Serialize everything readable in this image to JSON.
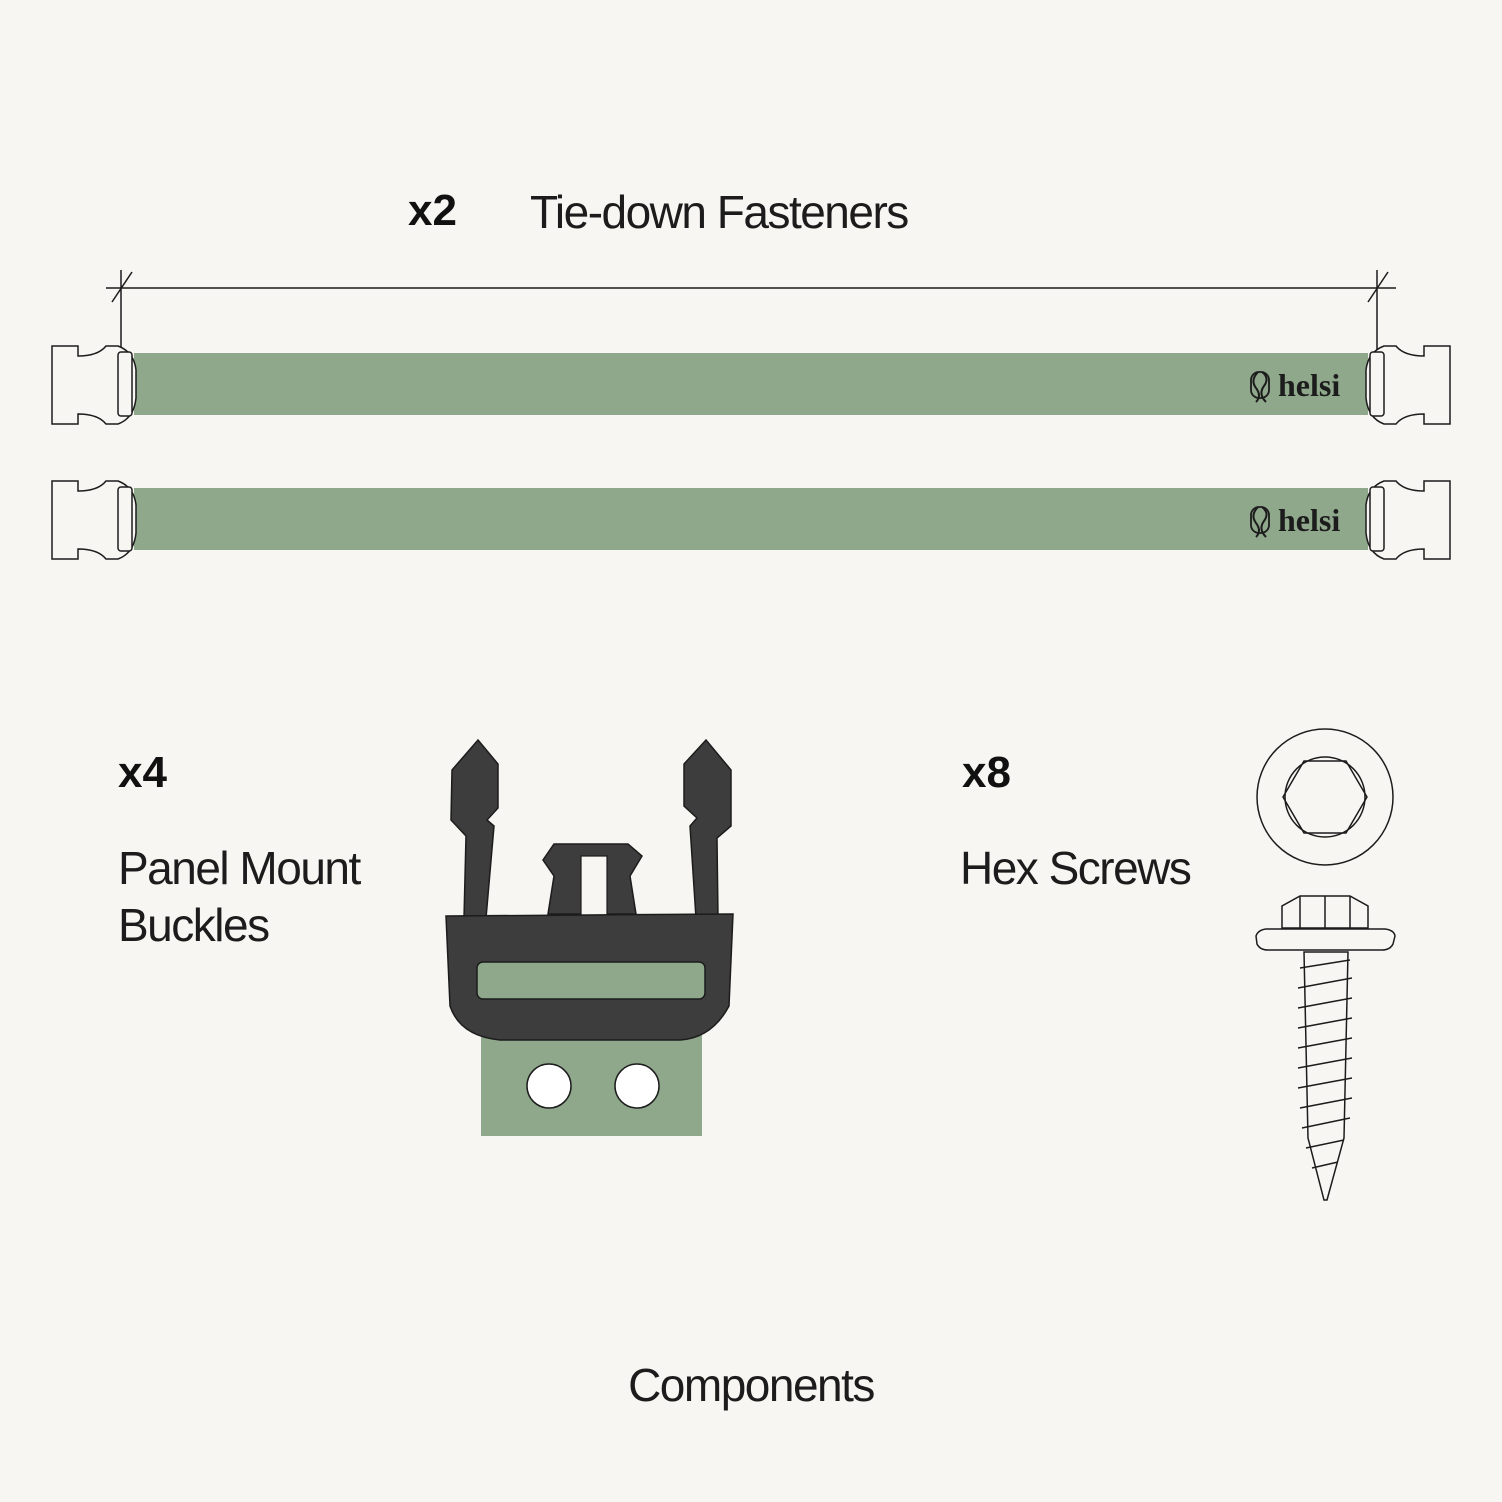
{
  "tie_down": {
    "qty": "x2",
    "label": "Tie-down Fasteners"
  },
  "buckles": {
    "qty": "x4",
    "label_line1": "Panel Mount",
    "label_line2": "Buckles"
  },
  "screws": {
    "qty": "x8",
    "label": "Hex Screws"
  },
  "brand": {
    "name": "helsi"
  },
  "caption": "Components",
  "colors": {
    "strap": "#8fa88b",
    "buckle": "#3d3d3d",
    "background": "#f7f6f2",
    "line": "#1c1c1c"
  },
  "icons": [
    "strap-end-buckle-icon",
    "helsi-logo-icon",
    "panel-mount-buckle-icon",
    "hex-screw-top-icon",
    "hex-screw-side-icon"
  ]
}
